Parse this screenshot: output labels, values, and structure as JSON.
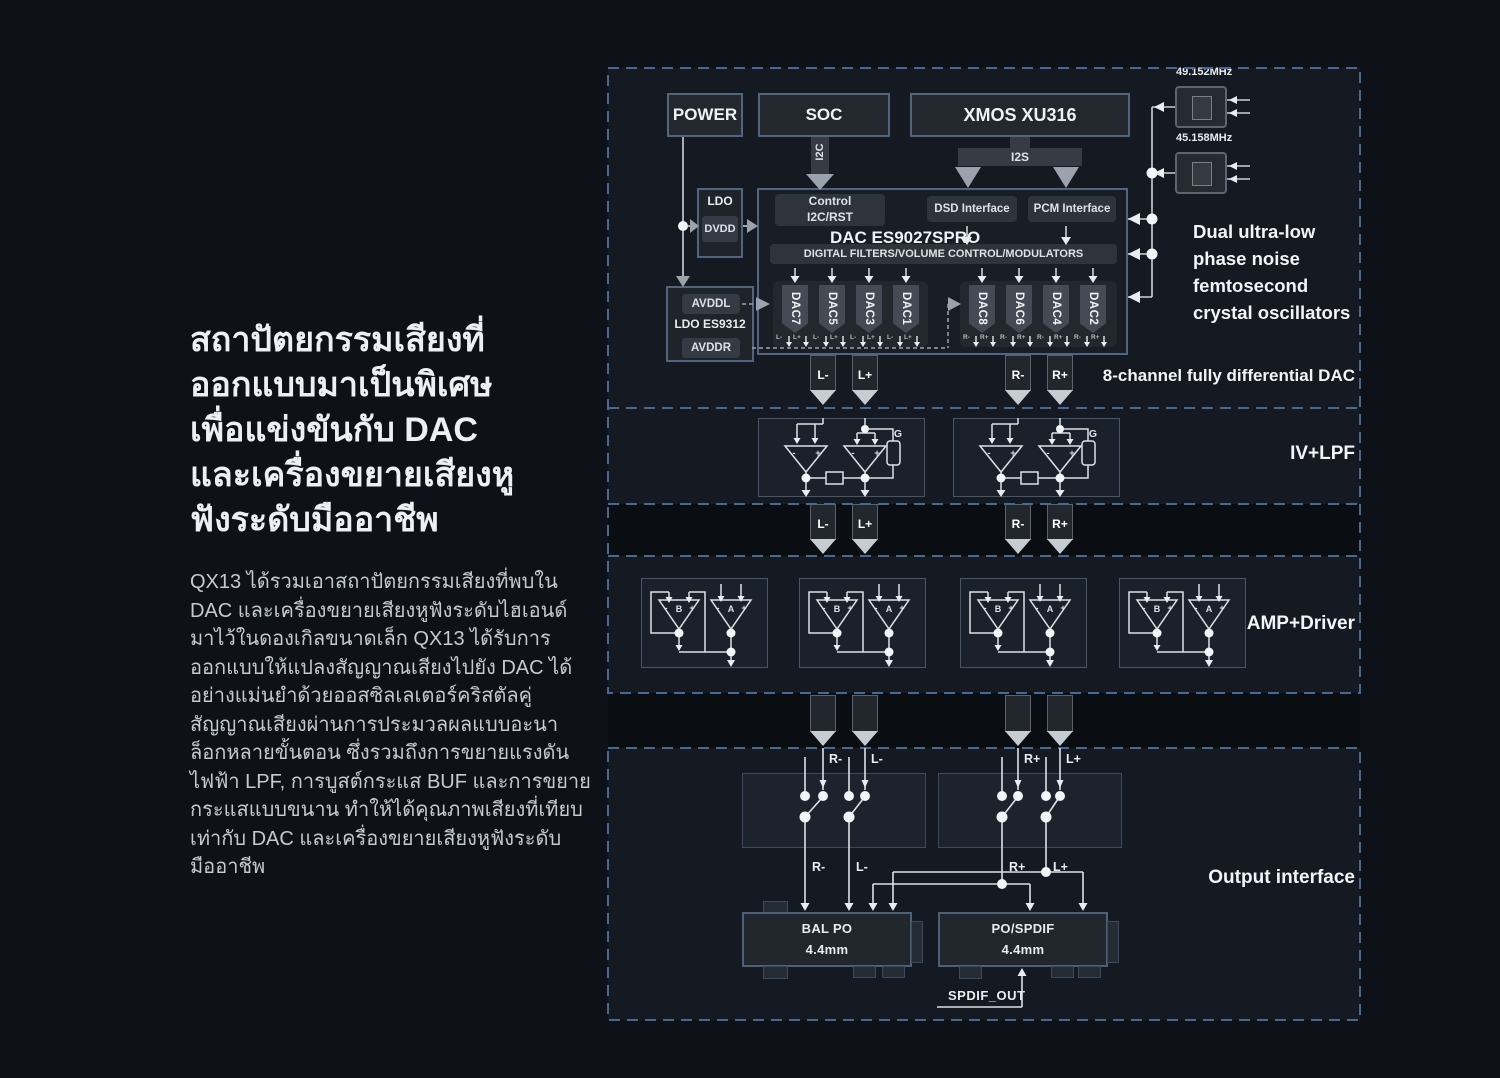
{
  "page": {
    "bg": "#0e1218"
  },
  "left_panel": {
    "heading_lines": [
      "สถาปัตยกรรมเสียงที่",
      "ออกแบบมาเป็นพิเศษ",
      "เพื่อแข่งขันกับ DAC",
      "และเครื่องขยายเสียงหู",
      "ฟังระดับมืออาชีพ"
    ],
    "body_lines": [
      "QX13 ได้รวมเอาสถาปัตยกรรมเสียงที่พบใน",
      "DAC และเครื่องขยายเสียงหูฟังระดับไฮเอนด์",
      "มาไว้ในดองเกิลขนาดเล็ก QX13 ได้รับการ",
      "ออกแบบให้แปลงสัญญาณเสียงไปยัง DAC ได้",
      "อย่างแม่นยำด้วยออสซิลเลเตอร์คริสตัลคู่",
      "สัญญาณเสียงผ่านการประมวลผลแบบอะนา",
      "ล็อกหลายขั้นตอน ซึ่งรวมถึงการขยายแรงดัน",
      "ไฟฟ้า LPF, การบูสต์กระแส BUF และการขยาย",
      "กระแสแบบขนาน ทำให้ได้คุณภาพเสียงที่เทียบ",
      "เท่ากับ DAC และเครื่องขยายเสียงหูฟังระดับ",
      "มืออาชีพ"
    ]
  },
  "diagram": {
    "top_boxes": {
      "power": "POWER",
      "soc": "SOC",
      "xmos": "XMOS XU316"
    },
    "buses": {
      "i2c": "I2C",
      "i2s": "I2S"
    },
    "ldo1": {
      "title": "LDO",
      "rail": "DVDD"
    },
    "ldo2": {
      "rail_top": "AVDDL",
      "title": "LDO ES9312",
      "rail_bottom": "AVDDR"
    },
    "dac_block": {
      "control_line1": "Control",
      "control_line2": "I2C/RST",
      "dsd": "DSD Interface",
      "pcm": "PCM Interface",
      "title": "DAC ES9027SPRO",
      "filters": "DIGITAL FILTERS/VOLUME CONTROL/MODULATORS",
      "left_dacs": [
        "DAC7",
        "DAC5",
        "DAC3",
        "DAC1"
      ],
      "right_dacs": [
        "DAC8",
        "DAC6",
        "DAC4",
        "DAC2"
      ],
      "left_pins": [
        "L-",
        "L+"
      ],
      "right_pins": [
        "R-",
        "R+"
      ]
    },
    "oscillators": {
      "osc1": "49.152MHz",
      "osc2": "45.158MHz",
      "caption_lines": [
        "Dual ultra-low",
        "phase noise",
        "femtosecond",
        "crystal oscillators"
      ]
    },
    "section_labels": {
      "dac": "8-channel fully differential DAC",
      "ivlpf": "IV+LPF",
      "amp": "AMP+Driver",
      "output": "Output interface"
    },
    "bus_arrows_a": [
      "L-",
      "L+",
      "R-",
      "R+"
    ],
    "bus_arrows_b": [
      "L-",
      "L+",
      "R-",
      "R+"
    ],
    "output_in_labels": [
      "R-",
      "L-",
      "R+",
      "L+"
    ],
    "output_out_labels": [
      "R-",
      "L-",
      "R+",
      "L+"
    ],
    "marks": {
      "minus": "-",
      "plus": "+",
      "amp_b": "B",
      "amp_a": "A",
      "gain": "G"
    },
    "jacks": {
      "bal_line1": "BAL PO",
      "bal_line2": "4.4mm",
      "po_line1": "PO/SPDIF",
      "po_line2": "4.4mm",
      "spdif": "SPDIF_OUT"
    },
    "colors": {
      "accent_dash": "#4a6991",
      "wire": "#cdd2d8",
      "arrow_grey": "#9aa2ab"
    }
  }
}
